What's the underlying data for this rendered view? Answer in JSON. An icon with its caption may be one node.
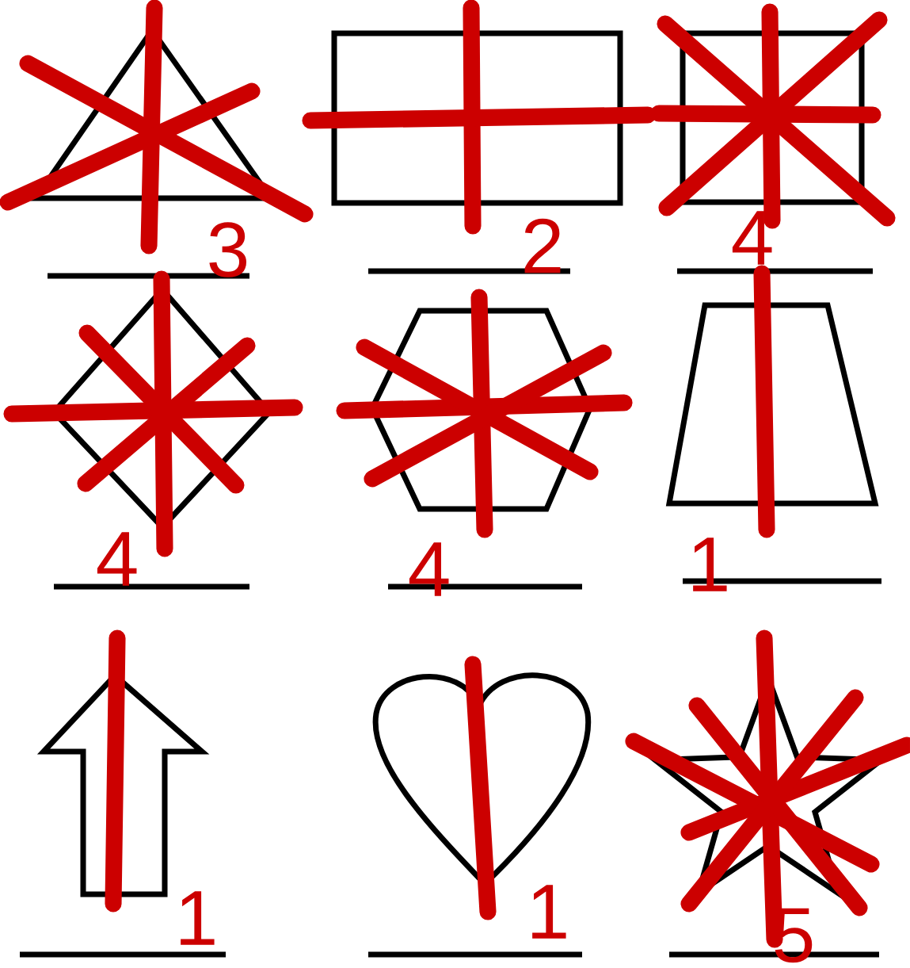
{
  "diagram": {
    "labels": [
      "3",
      "2",
      "4",
      "4",
      "4",
      "1",
      "1",
      "1",
      "5"
    ]
  }
}
